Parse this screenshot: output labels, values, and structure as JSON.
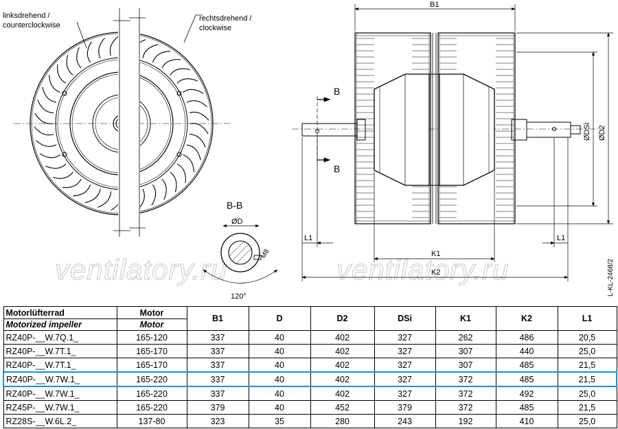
{
  "drawing": {
    "label_left": [
      "linksdrehend /",
      "counterclockwise"
    ],
    "label_right": [
      "rechtsdrehend /",
      "clockwise"
    ],
    "section_title": "B-B",
    "section_d": "ØD",
    "section_m": "M8",
    "section_angle": "120°",
    "dim_b1": "B1",
    "dim_dsi": "ØDSi",
    "dim_d2": "ØD2",
    "dim_k1": "K1",
    "dim_k2": "K2",
    "dim_l1_left": "L1",
    "dim_l1_right": "L1",
    "section_mark_top": "B",
    "section_mark_bottom": "B",
    "drawing_id": "L-KL-2468/2",
    "watermark_1": "ventilatory.ru",
    "watermark_2": "ventilatory.ru"
  },
  "table": {
    "headers": [
      "Motorlüfterrad",
      "Motor",
      "B1",
      "D",
      "D2",
      "DSi",
      "K1",
      "K2",
      "L1"
    ],
    "subheaders": [
      "Motorized impeller",
      "Motor"
    ],
    "highlight_row": 3,
    "highlight_color": "#1a8fd0",
    "rows": [
      [
        "RZ40P-__W.7Q.1_",
        "165-120",
        "337",
        "40",
        "402",
        "327",
        "262",
        "486",
        "20,5"
      ],
      [
        "RZ40P-__W.7T.1_",
        "165-170",
        "337",
        "40",
        "402",
        "327",
        "307",
        "440",
        "25,0"
      ],
      [
        "RZ40P-__W.7T.1_",
        "165-170",
        "337",
        "40",
        "402",
        "327",
        "307",
        "485",
        "21,5"
      ],
      [
        "RZ40P-__W.7W.1_",
        "165-220",
        "337",
        "40",
        "402",
        "327",
        "372",
        "485",
        "21,5"
      ],
      [
        "RZ40P-__W.7W.1_",
        "165-220",
        "337",
        "40",
        "402",
        "327",
        "372",
        "492",
        "25,0"
      ],
      [
        "RZ45P-__W.7W.1_",
        "165-220",
        "379",
        "40",
        "452",
        "379",
        "372",
        "485",
        "21,5"
      ],
      [
        "RZ28S-__W.6L.2_",
        "137-80",
        "323",
        "35",
        "280",
        "243",
        "192",
        "410",
        "25,0"
      ]
    ]
  }
}
